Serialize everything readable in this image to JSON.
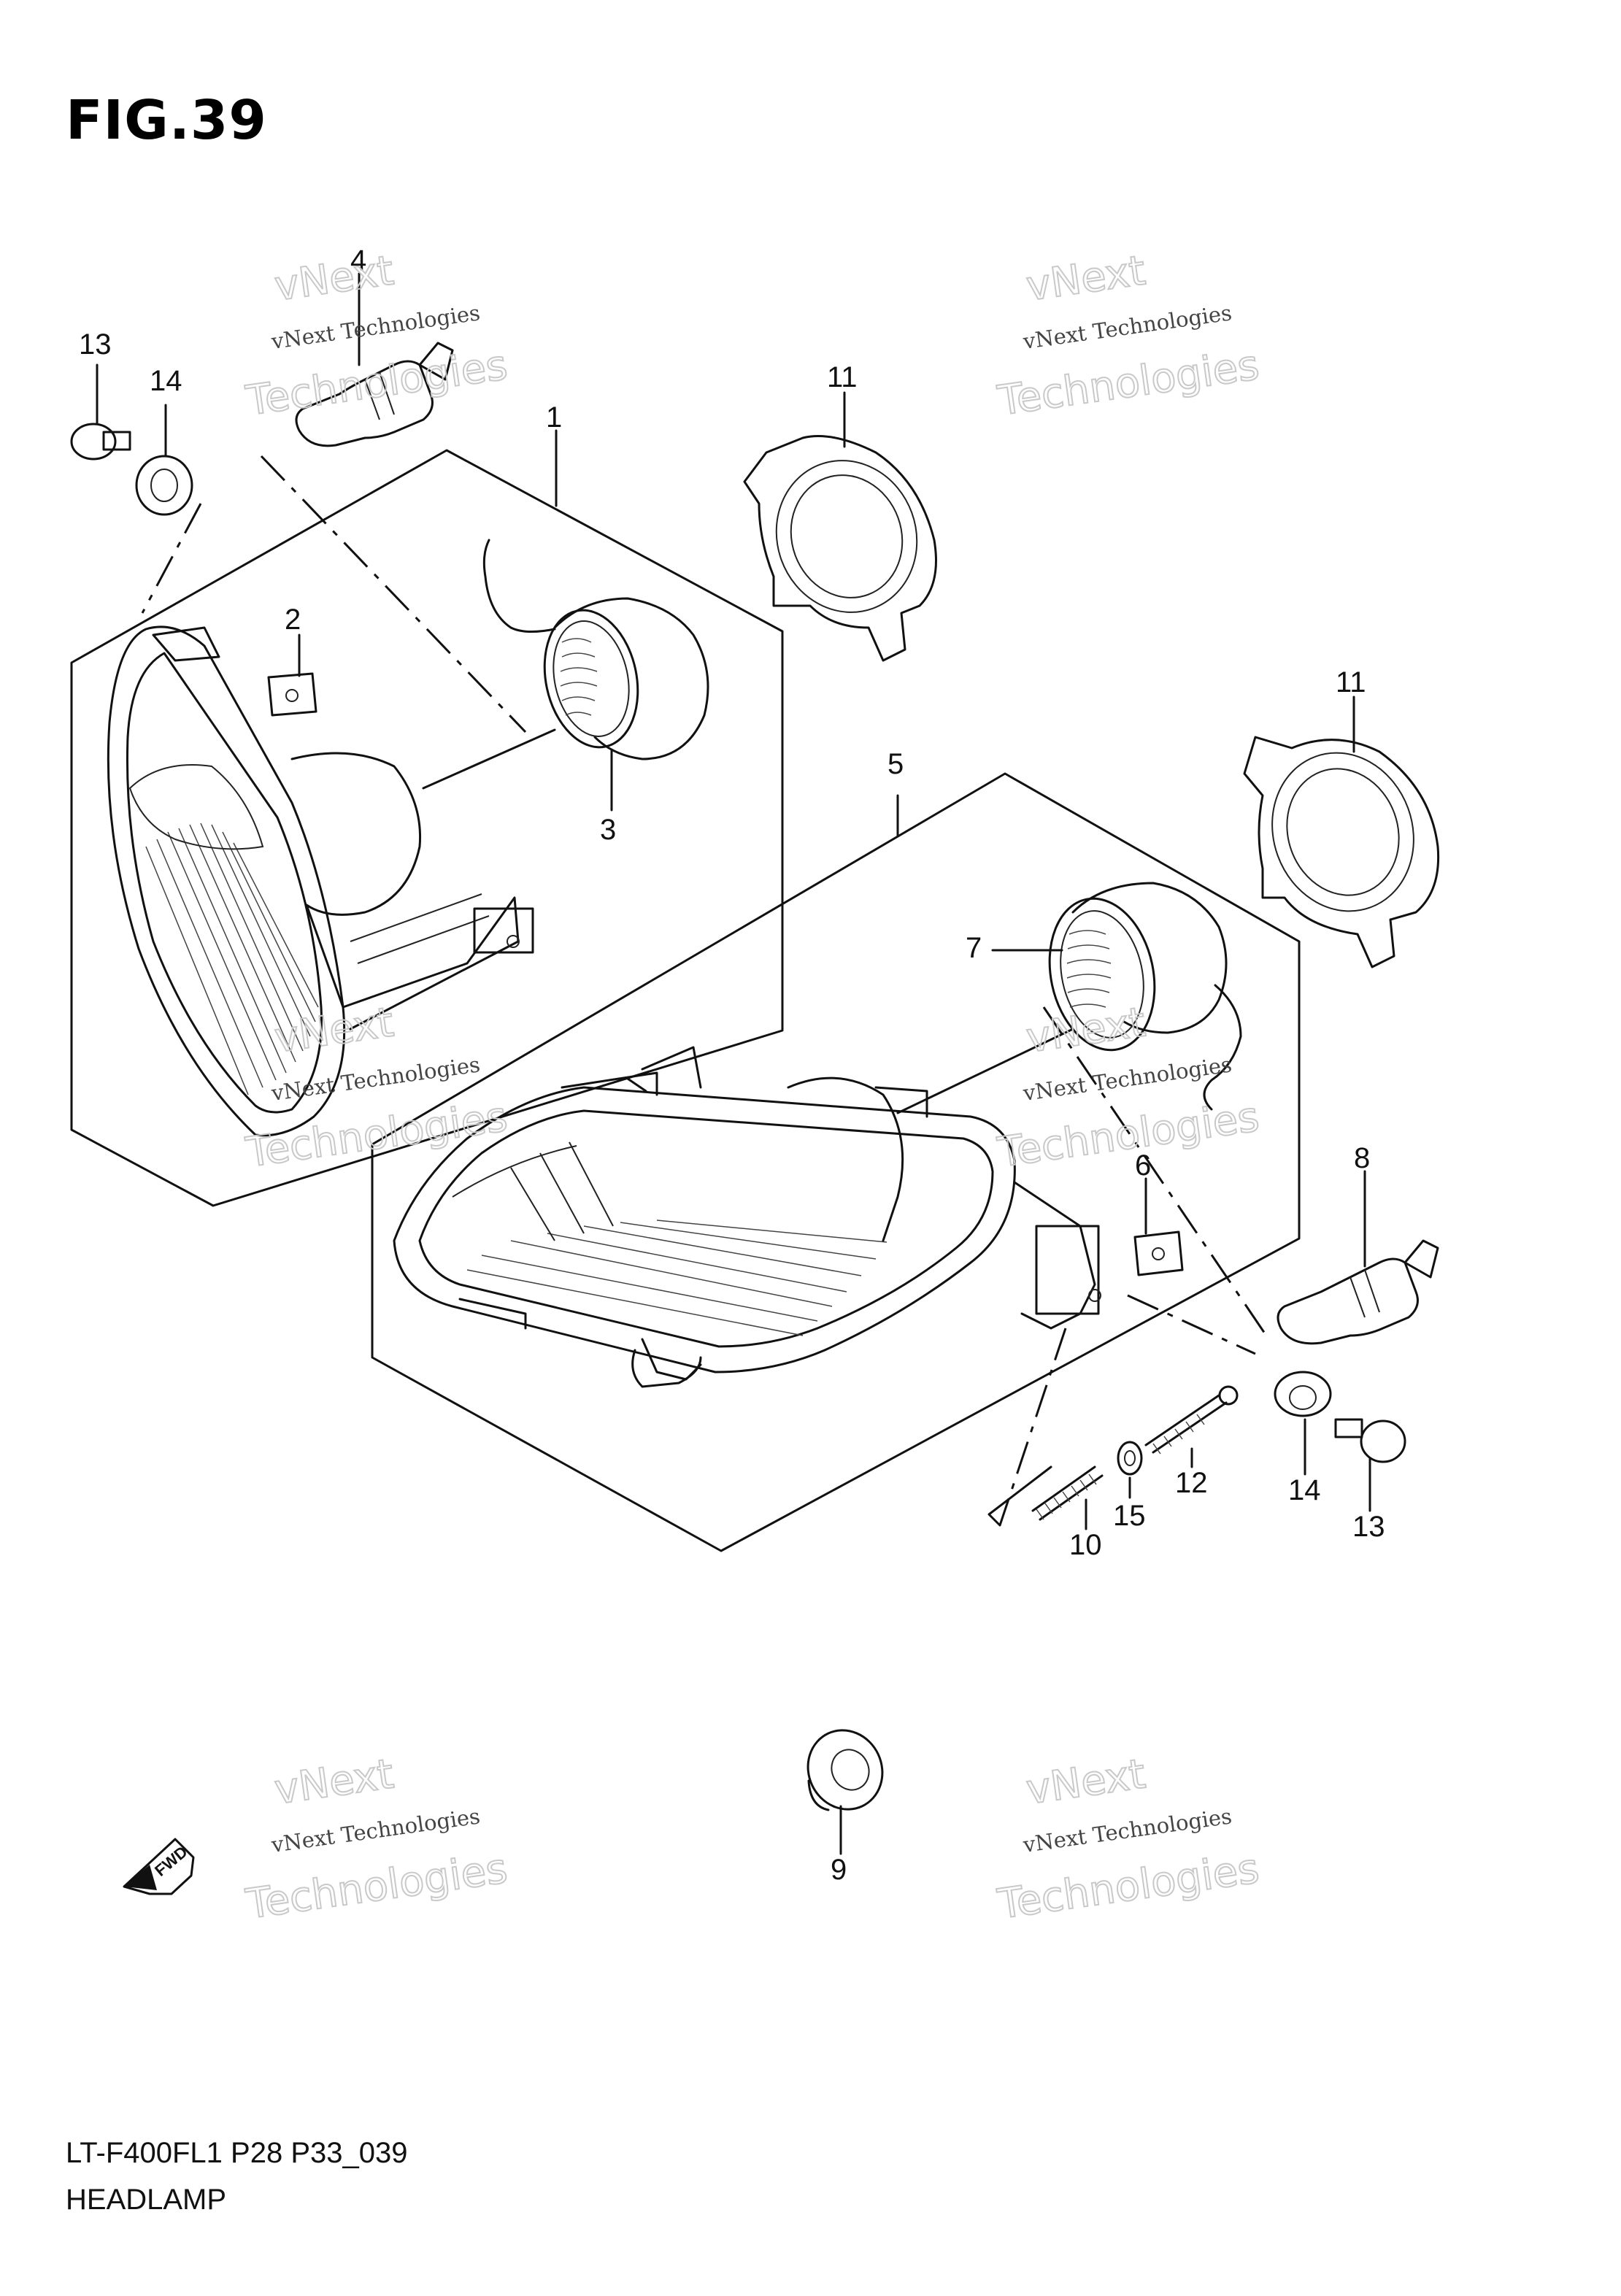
{
  "figure": {
    "title": "FIG.39"
  },
  "footer": {
    "model_code": "LT-F400FL1 P28 P33_039",
    "section_name": "HEADLAMP"
  },
  "fwd_label": "FWD",
  "callouts": {
    "c1": "1",
    "c2": "2",
    "c3": "3",
    "c4": "4",
    "c5": "5",
    "c6": "6",
    "c7": "7",
    "c8": "8",
    "c9": "9",
    "c10": "10",
    "c11a": "11",
    "c11b": "11",
    "c12": "12",
    "c13a": "13",
    "c13b": "13",
    "c14a": "14",
    "c14b": "14",
    "c15": "15"
  },
  "watermark": {
    "small_text": "vNext Technologies",
    "big_line1": "vNext",
    "big_line2": "Technologies"
  }
}
